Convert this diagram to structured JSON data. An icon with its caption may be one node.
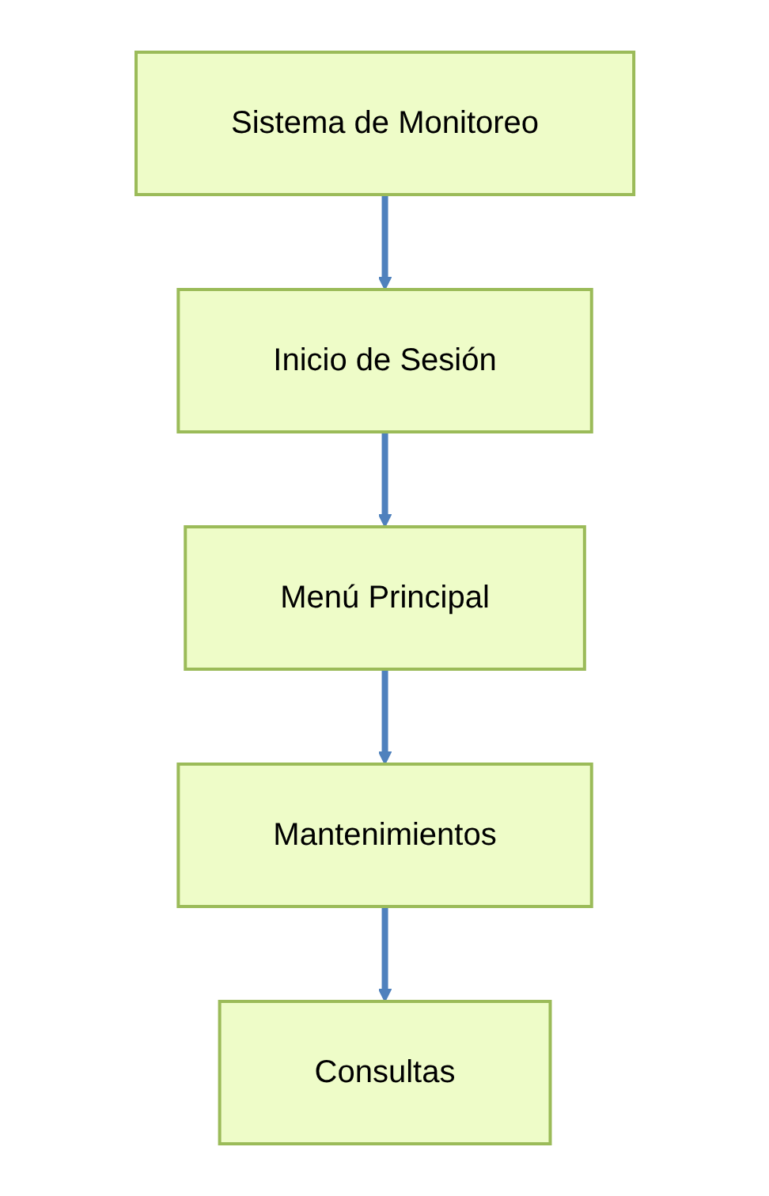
{
  "diagram": {
    "nodes": [
      {
        "text": [
          "Sistema de Monitoreo"
        ]
      },
      {
        "text": [
          "Inicio de Sesión"
        ]
      },
      {
        "text": [
          "Menú Principal"
        ]
      },
      {
        "text": [
          "Mantenimientos"
        ]
      },
      {
        "text": [
          "Consultas"
        ]
      }
    ],
    "edges": [
      {
        "from": 0,
        "to": 1,
        "arrow": "to"
      },
      {
        "from": 1,
        "to": 2,
        "arrow": "to"
      },
      {
        "from": 2,
        "to": 3,
        "arrow": "to"
      },
      {
        "from": 3,
        "to": 4,
        "arrow": "to"
      }
    ]
  }
}
